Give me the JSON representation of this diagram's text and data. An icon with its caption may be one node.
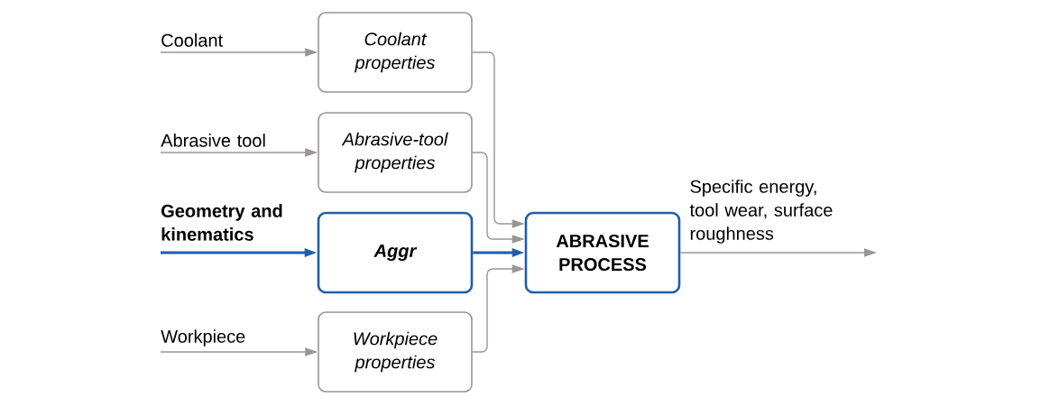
{
  "diagram": {
    "nodes": [
      {
        "text": [
          "Coolant"
        ]
      },
      {
        "text": [
          "Coolant properties"
        ]
      },
      {
        "text": [
          "Abrasive tool"
        ]
      },
      {
        "text": [
          "Abrasive-tool properties"
        ]
      },
      {
        "text": [
          "Geometry and kinematics"
        ]
      },
      {
        "text": [
          "Aggr"
        ]
      },
      {
        "text": [
          "Workpiece"
        ]
      },
      {
        "text": [
          "Workpiece properties"
        ]
      },
      {
        "text": [
          "ABRASIVE PROCESS"
        ]
      }
    ],
    "edges": [
      {
        "from": 0,
        "to": 1,
        "arrow": "to"
      },
      {
        "from": 2,
        "to": 3,
        "arrow": "to"
      },
      {
        "from": 4,
        "to": 5,
        "arrow": "to",
        "style": "thick",
        "color": "#1f5fa8"
      },
      {
        "from": 6,
        "to": 7,
        "arrow": "to"
      },
      {
        "from": 1,
        "to": 8,
        "arrow": "to"
      },
      {
        "from": 3,
        "to": 8,
        "arrow": "to"
      },
      {
        "from": 5,
        "to": 8,
        "arrow": "to",
        "style": "thick",
        "color": "#1f5fa8"
      },
      {
        "from": 7,
        "to": 8,
        "arrow": "to"
      },
      {
        "from": 8,
        "to": null,
        "arrow": "to",
        "label": "Specific energy, tool wear, surface roughness"
      }
    ]
  }
}
